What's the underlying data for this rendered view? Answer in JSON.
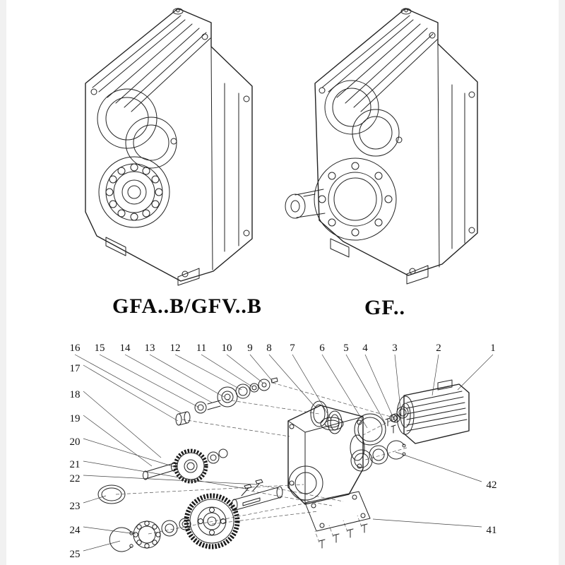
{
  "page": {
    "left_model_label": "GFA..B/GFV..B",
    "right_model_label": "GF.."
  },
  "callouts": {
    "top": [
      "16",
      "15",
      "14",
      "13",
      "12",
      "11",
      "10",
      "9",
      "8",
      "7",
      "6",
      "5",
      "4",
      "3",
      "2",
      "1"
    ],
    "left": [
      "17",
      "18",
      "19",
      "20",
      "21",
      "22",
      "23",
      "24",
      "25"
    ],
    "right": [
      "42",
      "41"
    ]
  }
}
